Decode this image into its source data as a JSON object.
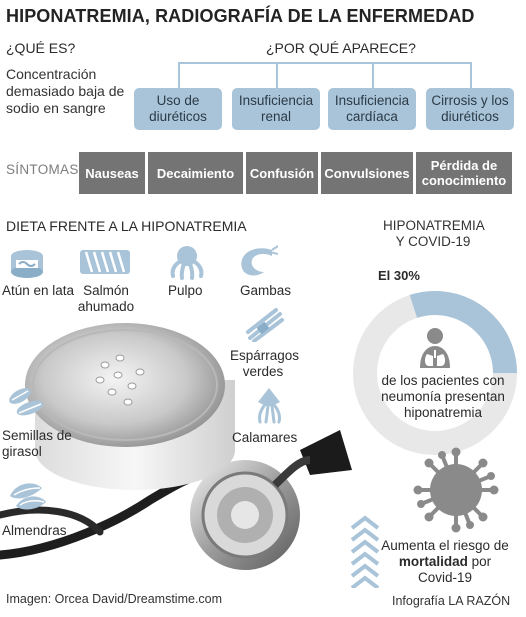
{
  "header": {
    "title": "HIPONATREMIA, RADIOGRAFÍA DE LA ENFERMEDAD"
  },
  "what": {
    "heading": "¿QUÉ ES?",
    "definition": "Concentración demasiado baja de sodio en sangre"
  },
  "why": {
    "heading": "¿POR QUÉ APARECE?",
    "causes": [
      "Uso de diuréticos",
      "Insuficiencia renal",
      "Insuficiencia cardíaca",
      "Cirrosis y los diuréticos"
    ]
  },
  "symptoms": {
    "label": "SÍNTOMAS",
    "items": [
      "Nauseas",
      "Decaimiento",
      "Confusión",
      "Convulsiones",
      "Pérdida de conocimiento"
    ]
  },
  "diet": {
    "heading": "DIETA FRENTE A LA HIPONATREMIA",
    "foods": [
      {
        "label": "Atún en lata",
        "icon": "tuna-can-icon"
      },
      {
        "label": "Salmón ahumado",
        "icon": "smoked-salmon-icon"
      },
      {
        "label": "Pulpo",
        "icon": "octopus-icon"
      },
      {
        "label": "Gambas",
        "icon": "shrimp-icon"
      },
      {
        "label": "Espárragos verdes",
        "icon": "asparagus-icon"
      },
      {
        "label": "Semillas de girasol",
        "icon": "sunflower-seeds-icon"
      },
      {
        "label": "Calamares",
        "icon": "squid-icon"
      },
      {
        "label": "Almendras",
        "icon": "almonds-icon"
      }
    ]
  },
  "covid": {
    "heading": "HIPONATREMIA Y COVID-19",
    "percent_label": "El 30%",
    "percent": 30,
    "donut_text": "de los pacientes con neumonía presentan hiponatremia",
    "risk_prefix": "Aumenta el riesgo de",
    "risk_bold": "mortalidad",
    "risk_suffix": "por Covid-19"
  },
  "credits": {
    "image": "Imagen: Orcea David/Dreamstime.com",
    "infographic": "Infografía LA RAZÓN"
  },
  "colors": {
    "accent_blue": "#a9c4d8",
    "symptom_gray": "#747474",
    "virus_gray": "#8a8a8a",
    "donut_light": "#e8e8e8"
  }
}
